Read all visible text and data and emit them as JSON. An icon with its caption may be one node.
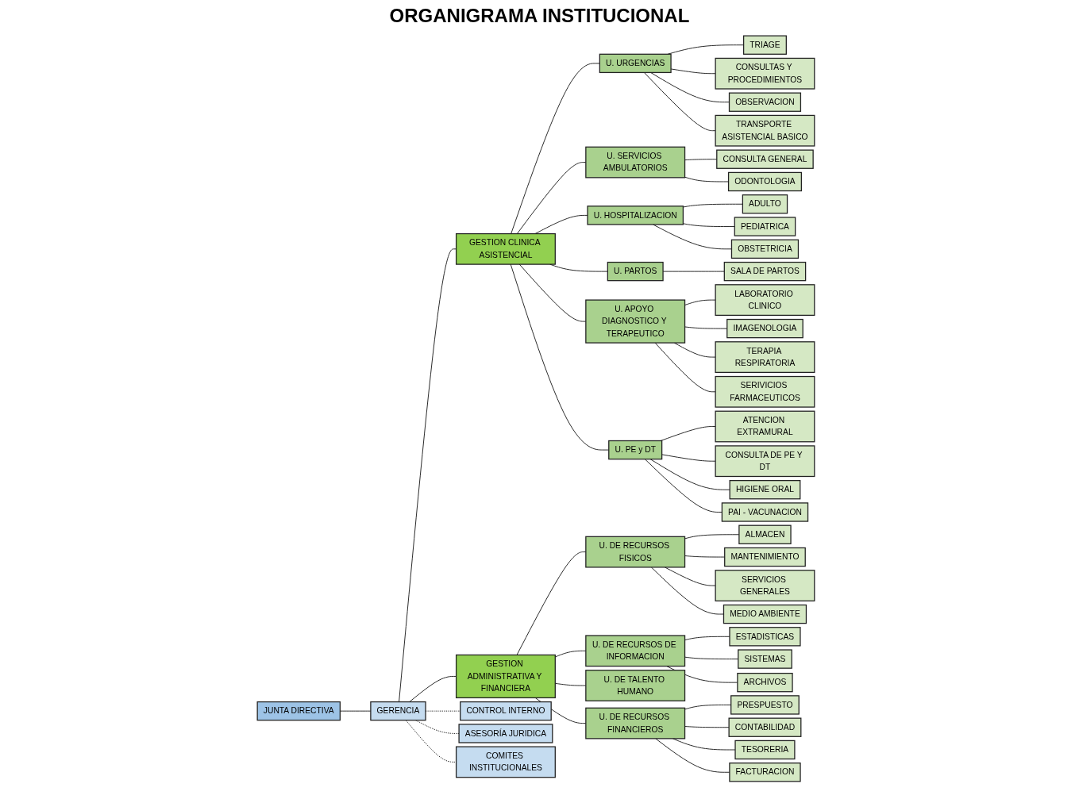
{
  "diagram": {
    "title": "ORGANIGRAMA INSTITUCIONAL",
    "nodes": [
      {
        "text": [
          "JUNTA DIRECTIVA"
        ]
      },
      {
        "text": [
          "GERENCIA"
        ]
      },
      {
        "text": [
          "CONTROL INTERNO"
        ]
      },
      {
        "text": [
          "ASESORÍA JURIDICA"
        ]
      },
      {
        "text": [
          "COMITES INSTITUCIONALES"
        ]
      },
      {
        "text": [
          "GESTION CLINICA ASISTENCIAL"
        ]
      },
      {
        "text": [
          "GESTION ADMINISTRATIVA Y FINANCIERA"
        ]
      },
      {
        "text": [
          "U. URGENCIAS"
        ]
      },
      {
        "text": [
          "U. SERVICIOS AMBULATORIOS"
        ]
      },
      {
        "text": [
          "U. HOSPITALIZACION"
        ]
      },
      {
        "text": [
          "U. PARTOS"
        ]
      },
      {
        "text": [
          "U. APOYO DIAGNOSTICO Y TERAPEUTICO"
        ]
      },
      {
        "text": [
          "U. PE y DT"
        ]
      },
      {
        "text": [
          "U. DE RECURSOS FISICOS"
        ]
      },
      {
        "text": [
          "U. DE RECURSOS DE INFORMACION"
        ]
      },
      {
        "text": [
          "U. DE TALENTO HUMANO"
        ]
      },
      {
        "text": [
          "U. DE RECURSOS FINANCIEROS"
        ]
      },
      {
        "text": [
          "TRIAGE"
        ]
      },
      {
        "text": [
          "CONSULTAS Y PROCEDIMIENTOS"
        ]
      },
      {
        "text": [
          "OBSERVACION"
        ]
      },
      {
        "text": [
          "TRANSPORTE ASISTENCIAL BASICO"
        ]
      },
      {
        "text": [
          "CONSULTA GENERAL"
        ]
      },
      {
        "text": [
          "ODONTOLOGIA"
        ]
      },
      {
        "text": [
          "ADULTO"
        ]
      },
      {
        "text": [
          "PEDIATRICA"
        ]
      },
      {
        "text": [
          "OBSTETRICIA"
        ]
      },
      {
        "text": [
          "SALA DE PARTOS"
        ]
      },
      {
        "text": [
          "LABORATORIO CLINICO"
        ]
      },
      {
        "text": [
          "IMAGENOLOGIA"
        ]
      },
      {
        "text": [
          "TERAPIA RESPIRATORIA"
        ]
      },
      {
        "text": [
          "SERIVICIOS FARMACEUTICOS"
        ]
      },
      {
        "text": [
          "ATENCION EXTRAMURAL"
        ]
      },
      {
        "text": [
          "CONSULTA DE PE Y DT"
        ]
      },
      {
        "text": [
          "HIGIENE ORAL"
        ]
      },
      {
        "text": [
          "PAI - VACUNACION"
        ]
      },
      {
        "text": [
          "ALMACEN"
        ]
      },
      {
        "text": [
          "MANTENIMIENTO"
        ]
      },
      {
        "text": [
          "SERVICIOS GENERALES"
        ]
      },
      {
        "text": [
          "MEDIO AMBIENTE"
        ]
      },
      {
        "text": [
          "ESTADISTICAS"
        ]
      },
      {
        "text": [
          "SISTEMAS"
        ]
      },
      {
        "text": [
          "ARCHIVOS"
        ]
      },
      {
        "text": [
          "PRESPUESTO"
        ]
      },
      {
        "text": [
          "CONTABILIDAD"
        ]
      },
      {
        "text": [
          "TESORERIA"
        ]
      },
      {
        "text": [
          "FACTURACION"
        ]
      }
    ],
    "edges": [
      {
        "from": 0,
        "to": 1,
        "arrow": "none"
      },
      {
        "from": 1,
        "to": 2,
        "arrow": "none",
        "style": "dashed"
      },
      {
        "from": 1,
        "to": 3,
        "arrow": "none",
        "style": "dashed"
      },
      {
        "from": 1,
        "to": 4,
        "arrow": "none",
        "style": "dashed"
      },
      {
        "from": 1,
        "to": 5,
        "arrow": "none"
      },
      {
        "from": 1,
        "to": 6,
        "arrow": "none"
      },
      {
        "from": 5,
        "to": 7,
        "arrow": "none"
      },
      {
        "from": 5,
        "to": 8,
        "arrow": "none"
      },
      {
        "from": 5,
        "to": 9,
        "arrow": "none"
      },
      {
        "from": 5,
        "to": 10,
        "arrow": "none"
      },
      {
        "from": 5,
        "to": 11,
        "arrow": "none"
      },
      {
        "from": 5,
        "to": 12,
        "arrow": "none"
      },
      {
        "from": 6,
        "to": 13,
        "arrow": "none"
      },
      {
        "from": 6,
        "to": 14,
        "arrow": "none"
      },
      {
        "from": 6,
        "to": 15,
        "arrow": "none"
      },
      {
        "from": 6,
        "to": 16,
        "arrow": "none"
      },
      {
        "from": 7,
        "to": 17,
        "arrow": "none"
      },
      {
        "from": 7,
        "to": 18,
        "arrow": "none"
      },
      {
        "from": 7,
        "to": 19,
        "arrow": "none"
      },
      {
        "from": 7,
        "to": 20,
        "arrow": "none"
      },
      {
        "from": 8,
        "to": 21,
        "arrow": "none"
      },
      {
        "from": 8,
        "to": 22,
        "arrow": "none"
      },
      {
        "from": 9,
        "to": 23,
        "arrow": "none"
      },
      {
        "from": 9,
        "to": 24,
        "arrow": "none"
      },
      {
        "from": 9,
        "to": 25,
        "arrow": "none"
      },
      {
        "from": 10,
        "to": 26,
        "arrow": "none"
      },
      {
        "from": 11,
        "to": 27,
        "arrow": "none"
      },
      {
        "from": 11,
        "to": 28,
        "arrow": "none"
      },
      {
        "from": 11,
        "to": 29,
        "arrow": "none"
      },
      {
        "from": 11,
        "to": 30,
        "arrow": "none"
      },
      {
        "from": 12,
        "to": 31,
        "arrow": "none"
      },
      {
        "from": 12,
        "to": 32,
        "arrow": "none"
      },
      {
        "from": 12,
        "to": 33,
        "arrow": "none"
      },
      {
        "from": 12,
        "to": 34,
        "arrow": "none"
      },
      {
        "from": 13,
        "to": 35,
        "arrow": "none"
      },
      {
        "from": 13,
        "to": 36,
        "arrow": "none"
      },
      {
        "from": 13,
        "to": 37,
        "arrow": "none"
      },
      {
        "from": 13,
        "to": 38,
        "arrow": "none"
      },
      {
        "from": 14,
        "to": 39,
        "arrow": "none"
      },
      {
        "from": 14,
        "to": 40,
        "arrow": "none"
      },
      {
        "from": 14,
        "to": 41,
        "arrow": "none"
      },
      {
        "from": 16,
        "to": 42,
        "arrow": "none"
      },
      {
        "from": 16,
        "to": 43,
        "arrow": "none"
      },
      {
        "from": 16,
        "to": 44,
        "arrow": "none"
      },
      {
        "from": 16,
        "to": 45,
        "arrow": "none"
      }
    ]
  }
}
